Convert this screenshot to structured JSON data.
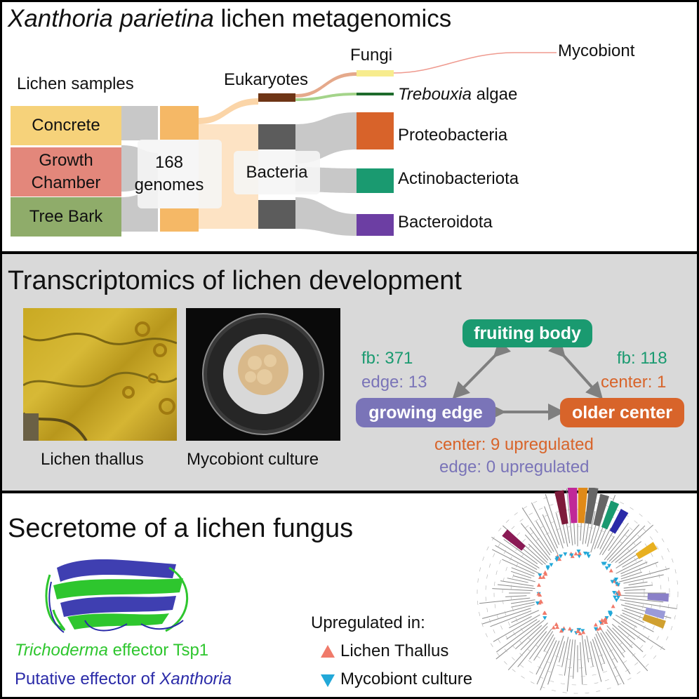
{
  "section1": {
    "title_italic": "Xanthoria parietina",
    "title_rest": " lichen metagenomics",
    "samples_label": "Lichen samples",
    "samples": [
      "Concrete",
      "Growth Chamber",
      "Tree Bark"
    ],
    "genomes_label": "168 genomes",
    "eukaryotes_label": "Eukaryotes",
    "bacteria_label": "Bacteria",
    "fungi_label": "Fungi",
    "mycobiont_label": "Mycobiont",
    "trebouxia_italic": "Trebouxia",
    "trebouxia_rest": " algae",
    "phyla": [
      "Proteobacteria",
      "Actinobacteriota",
      "Bacteroidota"
    ],
    "colors": {
      "concrete": "#f6d27a",
      "growth_chamber": "#e3877b",
      "tree_bark": "#8fac6a",
      "genomes": "#f5b866",
      "eukaryotes": "#6e3516",
      "bacteria": "#5c5c5c",
      "fungi": "#f7ec8e",
      "trebouxia": "#1e6b2c",
      "proteobacteria": "#d8632a",
      "actinobacteriota": "#1a9a70",
      "bacteroidota": "#6c3ea3"
    }
  },
  "section2": {
    "title": "Transcriptomics of lichen development",
    "photo1_caption": "Lichen thallus",
    "photo2_caption": "Mycobiont culture",
    "nodes": {
      "fruiting_body": "fruiting body",
      "growing_edge": "growing edge",
      "older_center": "older center"
    },
    "left_stats": [
      "fb: 371",
      "edge: 13"
    ],
    "right_stats": [
      "fb: 118",
      "center: 1"
    ],
    "bottom_stats": [
      "center: 9 upregulated",
      "edge: 0 upregulated"
    ],
    "colors": {
      "fruiting_body": "#1a9a70",
      "growing_edge": "#7a74b8",
      "older_center": "#d8642a"
    }
  },
  "section3": {
    "title": "Secretome of a lichen fungus",
    "protein_caption_1_italic": "Trichoderma",
    "protein_caption_1_rest": " effector Tsp1",
    "protein_caption_2_rest": "Putative effector of ",
    "protein_caption_2_italic": "Xanthoria",
    "legend_title": "Upregulated in:",
    "legend_items": [
      {
        "label": "Lichen Thallus",
        "symbol": "triangle-up-icon",
        "color": "#f07a6a"
      },
      {
        "label": "Mycobiont culture",
        "symbol": "triangle-down-icon",
        "color": "#22a8d8"
      }
    ],
    "colors": {
      "trichoderma": "#2ec62e",
      "xanthoria": "#2a2aa8"
    }
  }
}
